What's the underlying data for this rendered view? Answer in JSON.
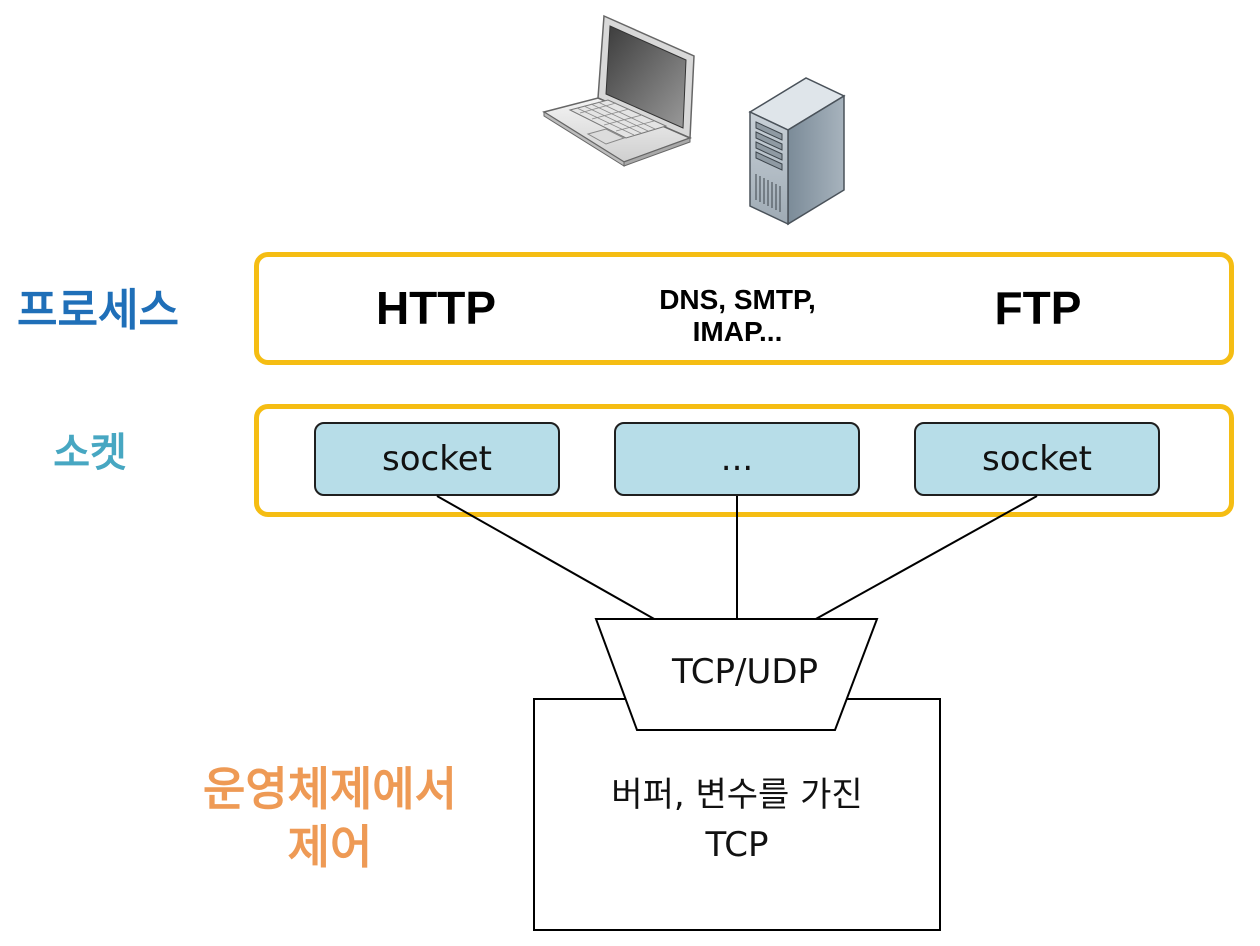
{
  "colors": {
    "process_label": "#1f6fb8",
    "socket_label": "#47a7c2",
    "os_label": "#ee9a55",
    "layer_border": "#f5bd13",
    "socket_fill": "#b7dde8"
  },
  "icons": [
    "laptop-icon",
    "server-tower-icon"
  ],
  "labels": {
    "process": "프로세스",
    "socket": "소켓",
    "os_line1": "운영체제에서",
    "os_line2": "제어"
  },
  "process_layer": {
    "left": "HTTP",
    "middle_line1": "DNS, SMTP,",
    "middle_line2": "IMAP...",
    "right": "FTP"
  },
  "socket_layer": {
    "items": [
      "socket",
      "...",
      "socket"
    ]
  },
  "transport": {
    "label": "TCP/UDP",
    "box_line1": "버퍼, 변수를 가진",
    "box_line2": "TCP"
  }
}
